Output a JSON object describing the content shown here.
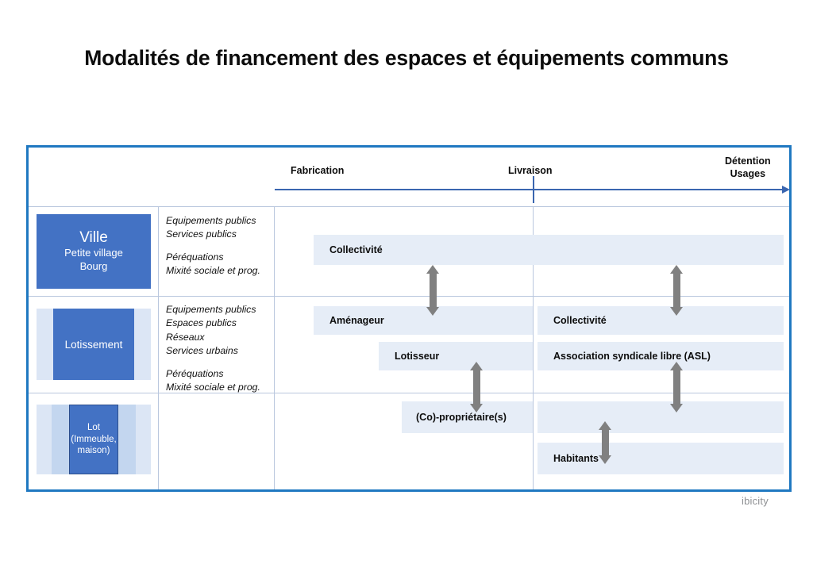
{
  "title": "Modalités de financement des espaces et équipements communs",
  "timeline": {
    "fabrication": "Fabrication",
    "livraison": "Livraison",
    "detention_line1": "Détention",
    "detention_line2": "Usages"
  },
  "rows": [
    {
      "scale": {
        "main": "Ville",
        "sub_line1": "Petite village",
        "sub_line2": "Bourg"
      },
      "descriptors": {
        "group1": [
          "Equipements publics",
          "Services publics"
        ],
        "group2": [
          "Péréquations",
          "Mixité sociale et prog."
        ]
      },
      "bars": [
        "Collectivité"
      ]
    },
    {
      "scale": {
        "main": "Lotissement"
      },
      "descriptors": {
        "group1": [
          "Equipements publics",
          "Espaces publics",
          "Réseaux",
          "Services urbains"
        ],
        "group2": [
          "Péréquations",
          "Mixité sociale et prog."
        ]
      },
      "bars": [
        "Aménageur",
        "Lotisseur",
        "Collectivité",
        "Association syndicale libre (ASL)"
      ]
    },
    {
      "scale": {
        "main": "Lot",
        "sub_line1": "(Immeuble,",
        "sub_line2": "maison)"
      },
      "descriptors": {
        "group1": [],
        "group2": []
      },
      "bars": [
        "(Co)-propriétaire(s)",
        "Habitants"
      ]
    }
  ],
  "bars": {
    "collectivite_r1": "Collectivité",
    "amenageur": "Aménageur",
    "lotisseur": "Lotisseur",
    "collectivite_r2": "Collectivité",
    "asl": "Association syndicale libre (ASL)",
    "copropietaire": "(Co)-propriétaire(s)",
    "habitants": "Habitants"
  },
  "watermark": "ibicity",
  "colors": {
    "frame_blue": "#1f78c1",
    "timeline_blue": "#3a66b0",
    "box_blue": "#4372c4",
    "bar_fill": "#e6edf7",
    "arrow_gray": "#808080"
  }
}
